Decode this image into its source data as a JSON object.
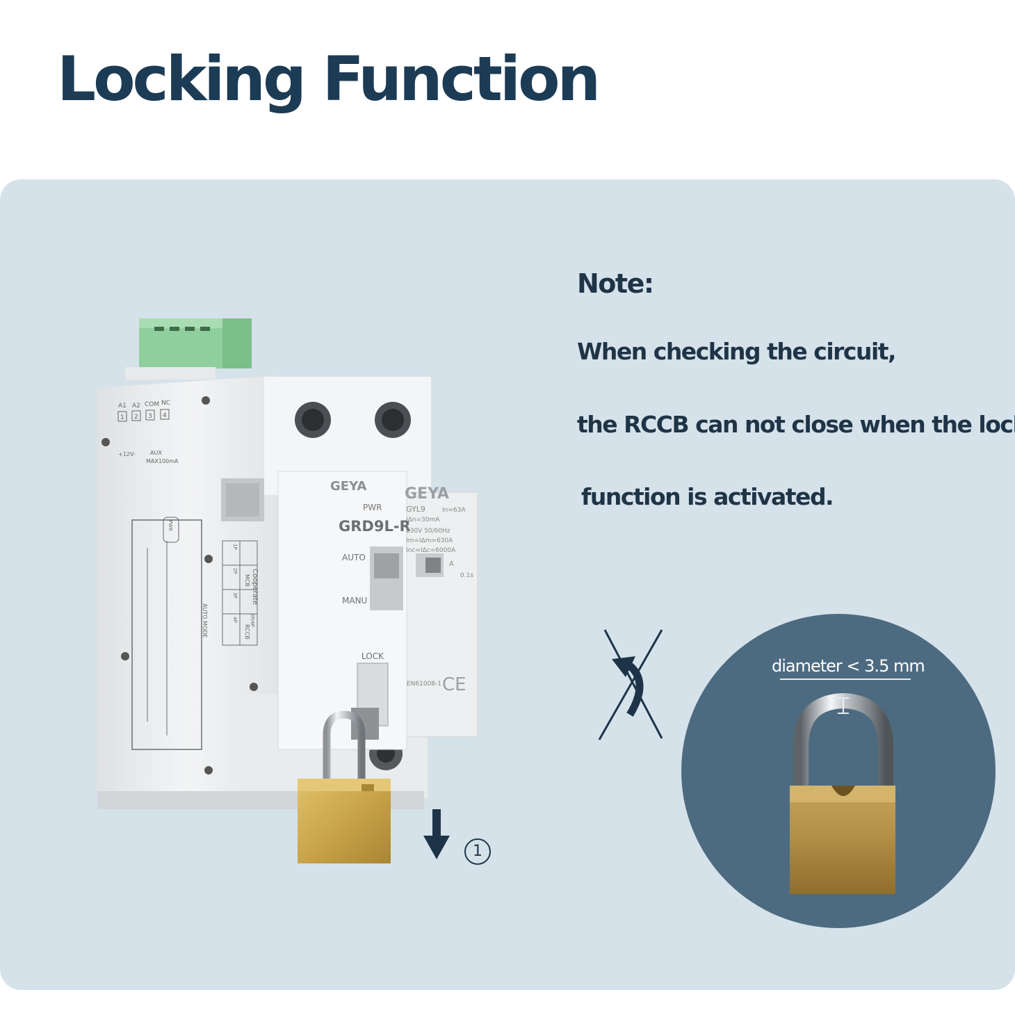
{
  "title": "Locking Function",
  "note": {
    "heading": "Note:",
    "lines": [
      "When checking the circuit,",
      "the RCCB can not close when the lock",
      "function is activated."
    ]
  },
  "device": {
    "brand_left": "GEYA",
    "brand_right": "GEYA",
    "pwr_label": "PWR",
    "model": "GRD9L-R",
    "rccb_model": "GYL9",
    "rating_in": "In=63A",
    "rating_idn": "IΔn=30mA",
    "rating_voltage": "230V  50/60Hz",
    "rating_im": "Im=IΔm=630A",
    "rating_inc": "Inc=IΔc=6000A",
    "rating_type": "A",
    "rating_time": "0.1s",
    "mode_auto": "AUTO",
    "mode_manu": "MANU",
    "lock_label": "LOCK",
    "standard": "EN61008-1",
    "ce_mark": "CE",
    "terminals": [
      "A1",
      "A2",
      "COM",
      "NC"
    ],
    "terminal_nums": [
      "1",
      "2",
      "3",
      "4"
    ],
    "supply_label": "+12V-",
    "aux_label": "AUX",
    "aux_rating": "MAX100mA",
    "cooperate_label": "Cooperate",
    "mcb_label": "MCB",
    "rccb_label": "RCCB",
    "poles_row1": [
      "1P",
      "2P",
      "3P",
      "4P"
    ],
    "poles_row2": [
      "2P/4P"
    ],
    "auto_mode_label": "AUTO MODE",
    "diagram_pwr": "PWR"
  },
  "padlock_detail": {
    "diameter_label": "diameter < 3.5 mm"
  },
  "step_marker": "1",
  "colors": {
    "title": "#1c3b55",
    "panel": "#d6e2ea",
    "circle": "#4d6b80",
    "brass": "#c9a44a",
    "terminal_green": "#8fcf9d"
  },
  "icons": [
    "down-arrow-icon",
    "rotate-arrow-icon",
    "cross-icon",
    "padlock-icon"
  ]
}
